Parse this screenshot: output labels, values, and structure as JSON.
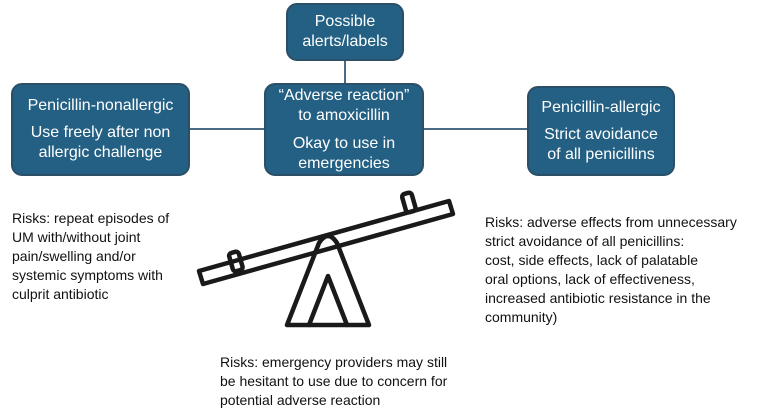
{
  "nodes": {
    "top": {
      "text": "Possible\nalerts/labels"
    },
    "center": {
      "title": "“Adverse reaction”\nto amoxicillin",
      "detail": "Okay to use in\nemergencies"
    },
    "left": {
      "title": "Penicillin-nonallergic",
      "detail": "Use freely after non\nallergic challenge"
    },
    "right": {
      "title": "Penicillin-allergic",
      "detail": "Strict avoidance\nof all penicillins"
    }
  },
  "risks": {
    "left": "Risks: repeat episodes of\nUM with/without joint\npain/swelling and/or\nsystemic symptoms with\nculprit antibiotic",
    "right": "Risks: adverse effects from unnecessary\n strict avoidance of all penicillins:\ncost, side effects, lack of palatable\noral options, lack of effectiveness,\nincreased antibiotic resistance in the\ncommunity)",
    "bottom": "Risks: emergency providers may still\nbe hesitant to use due to concern for\npotential adverse reaction"
  },
  "icons": {
    "seesaw": "seesaw-icon"
  },
  "colors": {
    "box_fill": "#236083",
    "box_border": "#2c4f68",
    "connector": "#4b6b85",
    "icon": "#1a1a1a"
  }
}
